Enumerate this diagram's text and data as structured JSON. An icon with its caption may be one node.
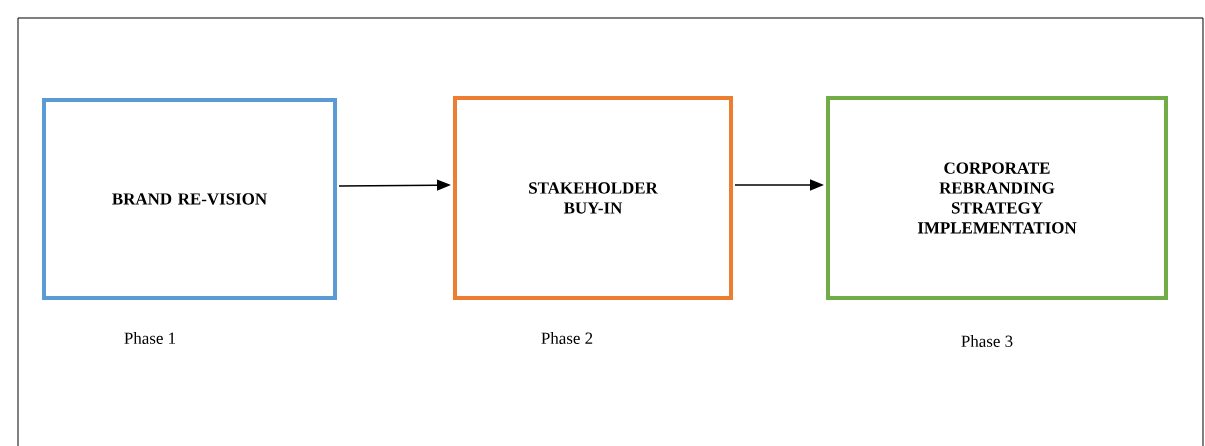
{
  "diagram": {
    "nodes": [
      {
        "text": [
          "BRAND RE-VISION"
        ],
        "beside": [
          "Phase 1"
        ]
      },
      {
        "text": [
          "STAKEHOLDER BUY-IN"
        ],
        "beside": [
          "Phase 2"
        ]
      },
      {
        "text": [
          "CORPORATE REBRANDING STRATEGY IMPLEMENTATION"
        ],
        "beside": [
          "Phase 3"
        ]
      }
    ],
    "edges": [
      {
        "from": 0,
        "to": 1,
        "arrow": "to"
      },
      {
        "from": 1,
        "to": 2,
        "arrow": "to"
      }
    ]
  }
}
